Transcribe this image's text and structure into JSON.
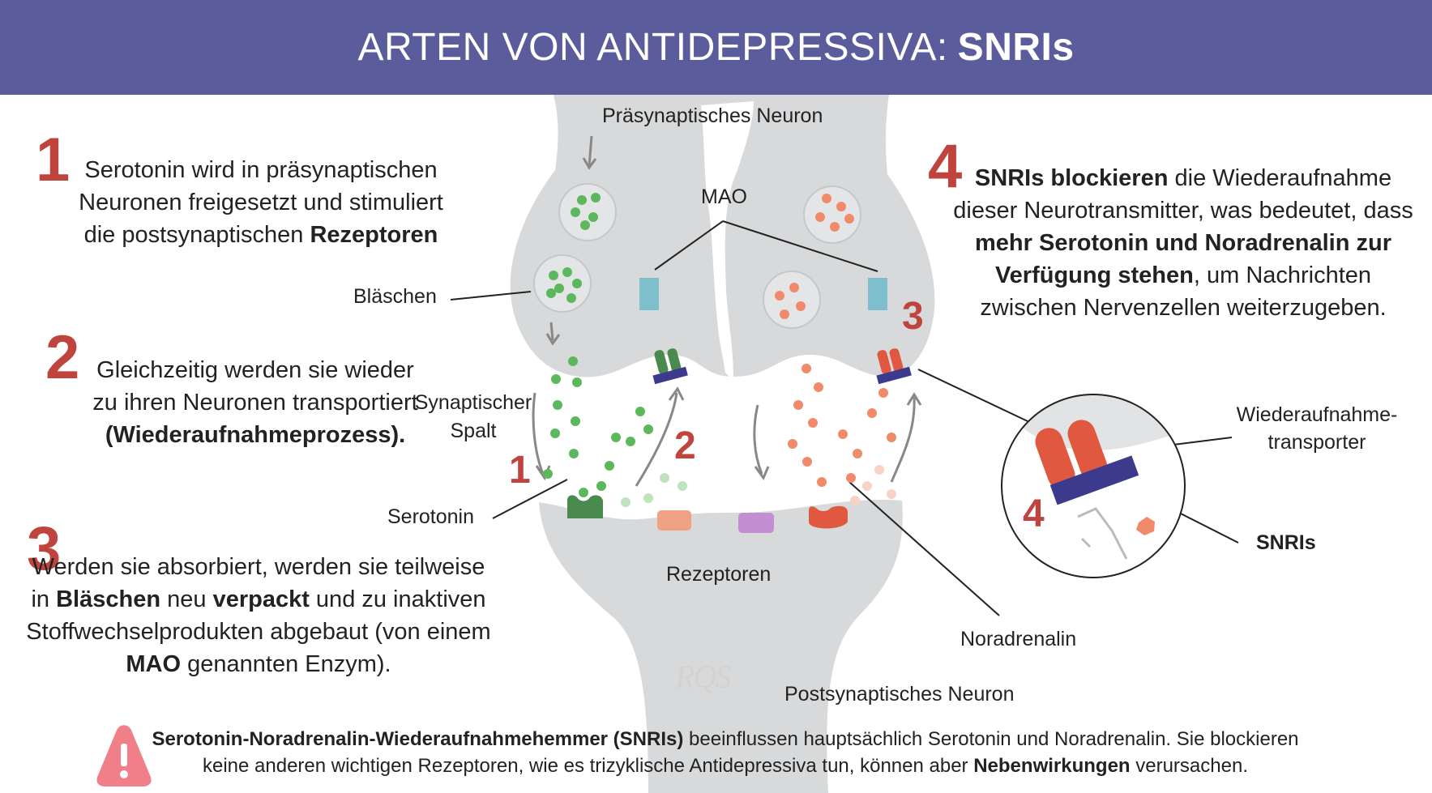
{
  "header": {
    "title_prefix": "ARTEN VON ANTIDEPRESSIVA:",
    "title_bold": "SNRIs"
  },
  "steps": [
    {
      "num": "1",
      "text": [
        {
          "t": "Serotonin wird in präsynaptischen Neuronen freigesetzt und stimuliert die postsynaptischen "
        },
        {
          "t": "Rezeptoren",
          "b": true
        }
      ]
    },
    {
      "num": "2",
      "text": [
        {
          "t": "Gleichzeitig werden sie wieder zu ihren Neuronen transportiert "
        },
        {
          "t": "(Wiederaufnahmeprozess).",
          "b": true
        }
      ]
    },
    {
      "num": "3",
      "text": [
        {
          "t": "Werden sie absorbiert, werden sie teilweise in "
        },
        {
          "t": "Bläschen",
          "b": true
        },
        {
          "t": " neu "
        },
        {
          "t": "verpackt",
          "b": true
        },
        {
          "t": " und zu inaktiven Stoffwechselprodukten abgebaut (von einem "
        },
        {
          "t": "MAO",
          "b": true
        },
        {
          "t": " genannten Enzym)."
        }
      ]
    },
    {
      "num": "4",
      "text": [
        {
          "t": "SNRIs blockieren",
          "b": true
        },
        {
          "t": " die Wiederaufnahme dieser Neurotransmitter, was bedeutet, dass "
        },
        {
          "t": "mehr Serotonin und Noradrenalin zur Verfügung stehen",
          "b": true
        },
        {
          "t": ", um Nachrichten zwischen Nervenzellen weiterzugeben."
        }
      ]
    }
  ],
  "labels": {
    "presynaptic": "Präsynaptisches Neuron",
    "mao": "MAO",
    "vesicles": "Bläschen",
    "synaptic_gap": "Synaptischer Spalt",
    "serotonin": "Serotonin",
    "receptors": "Rezeptoren",
    "noradrenalin": "Noradrenalin",
    "postsynaptic": "Postsynaptisches Neuron",
    "reuptake_transporter": "Wiederaufnahme- transporter",
    "snris": "SNRIs"
  },
  "diagram_numbers": {
    "left_1": "1",
    "left_2": "2",
    "right_3": "3",
    "zoom_4": "4"
  },
  "footer": {
    "text": [
      {
        "t": "Serotonin-Noradrenalin-Wiederaufnahmehemmer (SNRIs)",
        "b": true
      },
      {
        "t": " beeinflussen hauptsächlich Serotonin und Noradrenalin. Sie blockieren keine anderen wichtigen Rezeptoren, wie es trizyklische Antidepressiva tun, können aber "
      },
      {
        "t": "Nebenwirkungen",
        "b": true
      },
      {
        "t": " verursachen."
      }
    ]
  },
  "logo": "RQS",
  "colors": {
    "header_bg": "#5b5c9c",
    "accent_number": "#c0443e",
    "neuron": "#d8d9da",
    "serotonin": "#5cb85c",
    "noradrenalin": "#f08a6a",
    "mao": "#7dbfcc",
    "transporter_green": "#4a8a4e",
    "transporter_orange": "#e0583f",
    "snri_block": "#3c3a8c",
    "receptor_purple": "#c48fd0",
    "warning": "#f07f8a"
  }
}
